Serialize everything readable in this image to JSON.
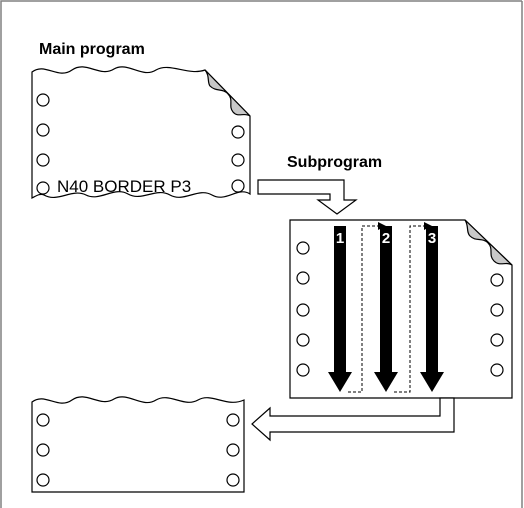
{
  "labels": {
    "main_program": "Main program",
    "subprogram": "Subprogram",
    "main_call_line": "N40 BORDER P3"
  },
  "passes": [
    "1",
    "2",
    "3"
  ],
  "colors": {
    "background": "#ffffff",
    "frame": "#808080",
    "fold_corner": "#c8c8c8",
    "ink": "#000000"
  },
  "icons": {
    "sheet": "punched-tape-sheet",
    "flow": "outline-arrow",
    "pass": "down-arrow"
  }
}
